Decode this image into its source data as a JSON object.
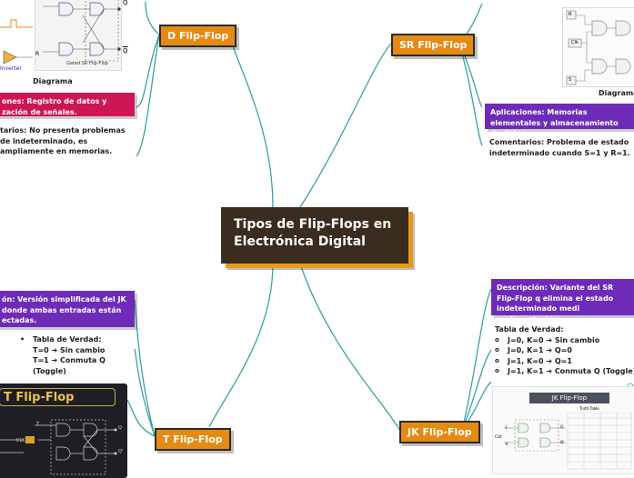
{
  "central_topic": "Tipos de Flip-Flops en Electrónica Digital",
  "colors": {
    "topic": "#e58a13",
    "central": "#3a2c1e",
    "branch_line": "#3aa2a3",
    "app_purple": "#6e2bb8",
    "app_pink": "#cc1656"
  },
  "topics": {
    "d": {
      "label": "D Flip-Flop",
      "diagram_caption": "Diagrama",
      "diagram_q": "Q",
      "diagram_q_bar": "Q",
      "diagram_r": "R",
      "diagram_inverter": "Inverter",
      "diagram_gated": "Gated SR Flip-Flop",
      "applications": "ones: Registro de datos y zación de señales.",
      "comments": "tarios: No presenta problemas de indeterminado, es ampliamente en memorias."
    },
    "sr": {
      "label": "SR Flip-Flop",
      "diagram_caption": "Diagrama",
      "diagram_r": "R",
      "diagram_clk": "Clk",
      "diagram_s": "S",
      "applications": "Aplicaciones: Memorias elementales y almacenamiento de datos.",
      "comments": "Comentarios: Problema de estado indeterminado cuando S=1 y R=1."
    },
    "t": {
      "label": "T Flip-Flop",
      "description": "ón: Versión simplificada del JK donde ambas entradas están ectadas.",
      "truth_table": [
        "Tabla de Verdad:",
        "T=0 ➔ Sin cambio",
        "T=1 ➔ Conmuta Q (Toggle)"
      ],
      "image_title": "T Flip-Flop",
      "image_labels": [
        "T",
        "CLK",
        "Q",
        "Q'"
      ]
    },
    "jk": {
      "label": "JK Flip-Flop",
      "description": "Descripción: Variante del SR Flip-Flop q elimina el estado indeterminado medi realimentación.",
      "truth_table_title": "Tabla de Verdad:",
      "truth_table": [
        "J=0, K=0 ➔ Sin cambio",
        "J=0, K=1 ➔ Q=0",
        "J=1, K=0 ➔ Q=1",
        "J=1, K=1 ➔ Conmuta Q (Toggle)"
      ],
      "image_title": "JK Flip-Flop",
      "image_subtitle": "Truth Table",
      "image_labels": [
        "J",
        "CLK",
        "K",
        "Q",
        "Q'"
      ]
    }
  }
}
